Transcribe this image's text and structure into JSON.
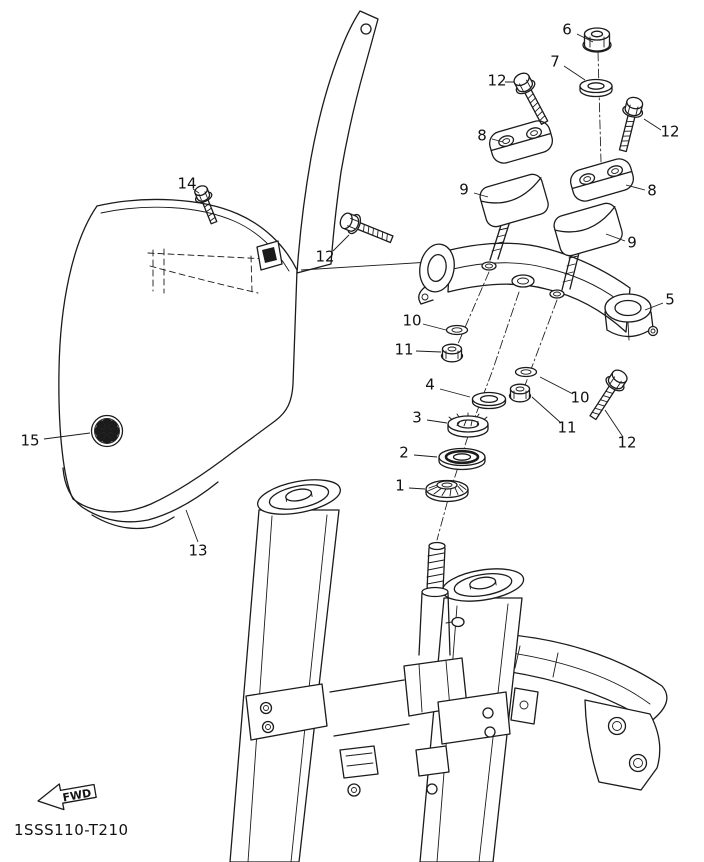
{
  "colors": {
    "ink": "#1b1b1b",
    "background": "#ffffff"
  },
  "footer": {
    "part_code": "1SSS110-T210"
  },
  "fwd_arrow": {
    "label": "FWD"
  },
  "callouts": [
    {
      "label": "6"
    },
    {
      "label": "7"
    },
    {
      "label": "12"
    },
    {
      "label": "12"
    },
    {
      "label": "8"
    },
    {
      "label": "8"
    },
    {
      "label": "9"
    },
    {
      "label": "9"
    },
    {
      "label": "14"
    },
    {
      "label": "12"
    },
    {
      "label": "5"
    },
    {
      "label": "10"
    },
    {
      "label": "11"
    },
    {
      "label": "4"
    },
    {
      "label": "10"
    },
    {
      "label": "3"
    },
    {
      "label": "11"
    },
    {
      "label": "12"
    },
    {
      "label": "2"
    },
    {
      "label": "1"
    },
    {
      "label": "15"
    },
    {
      "label": "13"
    }
  ]
}
